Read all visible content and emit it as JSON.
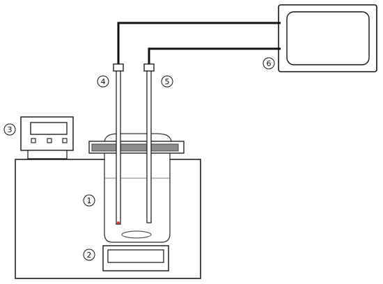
{
  "labels": {
    "bath_vessel": "1",
    "stirrer": "2",
    "controller": "3",
    "electrode_a": "4",
    "electrode_b": "5",
    "workstation": "6"
  },
  "colors": {
    "line": "#111111",
    "lid": "#8c8c8c",
    "background": "#ffffff"
  }
}
